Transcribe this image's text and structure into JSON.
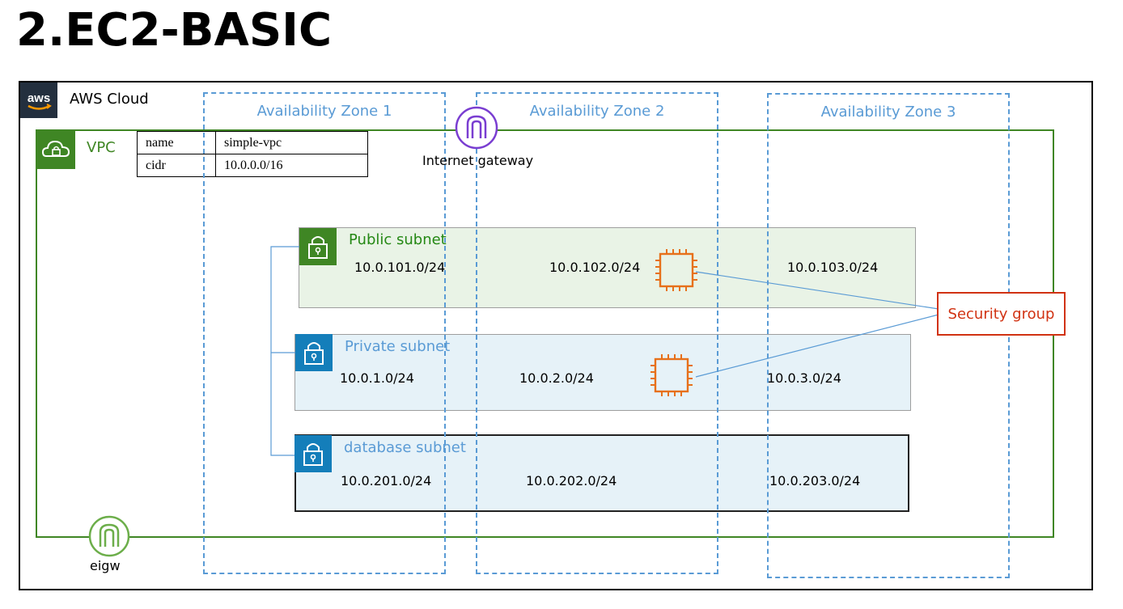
{
  "title": "2.EC2-BASIC",
  "cloud": {
    "label": "AWS Cloud",
    "logo_text": "aws"
  },
  "vpc": {
    "label": "VPC",
    "info": [
      {
        "key": "name",
        "value": "simple-vpc"
      },
      {
        "key": "cidr",
        "value": "10.0.0.0/16"
      }
    ]
  },
  "availability_zones": [
    "Availability Zone 1",
    "Availability Zone 2",
    "Availability Zone 3"
  ],
  "internet_gateway": {
    "label": "Internet gateway"
  },
  "egress_gateway": {
    "label": "eigw"
  },
  "subnets": {
    "public": {
      "label": "Public subnet",
      "cidrs": [
        "10.0.101.0/24",
        "10.0.102.0/24",
        "10.0.103.0/24"
      ]
    },
    "private": {
      "label": "Private subnet",
      "cidrs": [
        "10.0.1.0/24",
        "10.0.2.0/24",
        "10.0.3.0/24"
      ]
    },
    "database": {
      "label": "database subnet",
      "cidrs": [
        "10.0.201.0/24",
        "10.0.202.0/24",
        "10.0.203.0/24"
      ]
    }
  },
  "security_group": {
    "label": "Security group"
  },
  "colors": {
    "vpc_green": "#3f8624",
    "az_blue": "#5a9bd5",
    "ec2_orange": "#e7701a",
    "security_red": "#d13212",
    "aws_navy": "#232f3e",
    "igw_purple": "#7a3ed1"
  },
  "icons": [
    "aws-logo",
    "cloud-lock-icon",
    "internet-gateway-icon",
    "eigw-icon",
    "lock-icon",
    "ec2-instance-icon"
  ]
}
